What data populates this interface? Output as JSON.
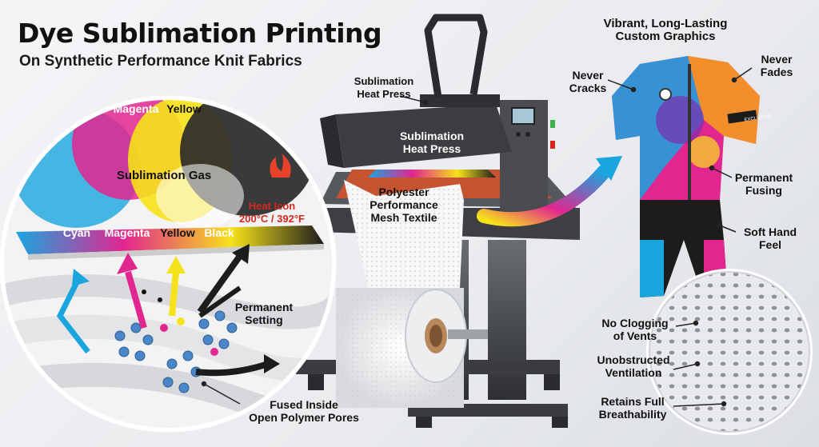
{
  "title": "Dye Sublimation Printing",
  "subtitle": "On Synthetic Performance Knit Fabrics",
  "press": {
    "callout_line1": "Sublimation",
    "callout_line2": "Heat Press",
    "lid_line1": "Sublimation",
    "lid_line2": "Heat Press",
    "textile_line1": "Polyester",
    "textile_line2": "Performance",
    "textile_line3": "Mesh Textile"
  },
  "zoom": {
    "magenta": "Magenta",
    "yellow": "Yellow",
    "gas": "Sublimation Gas",
    "heat_line1": "Heat Icon",
    "heat_line2": "200°C / 392°F",
    "layer_cyan": "Cyan",
    "layer_magenta": "Magenta",
    "layer_yellow": "Yellow",
    "layer_black": "Black",
    "setting_line1": "Permanent",
    "setting_line2": "Setting",
    "fused_line1": "Fused Inside",
    "fused_line2": "Open Polymer Pores"
  },
  "jersey": {
    "headline_line1": "Vibrant, Long-Lasting",
    "headline_line2": "Custom Graphics",
    "never_cracks_1": "Never",
    "never_cracks_2": "Cracks",
    "never_fades_1": "Never",
    "never_fades_2": "Fades",
    "fusing_1": "Permanent",
    "fusing_2": "Fusing",
    "soft_1": "Soft Hand",
    "soft_2": "Feel",
    "sleeve_text": "EXCLUSIVE"
  },
  "mesh": {
    "vents_1": "No Clogging",
    "vents_2": "of Vents",
    "vent_1": "Unobstructed",
    "vent_2": "Ventilation",
    "breath_1": "Retains Full",
    "breath_2": "Breathability"
  },
  "colors": {
    "cyan": "#19a6df",
    "magenta": "#e2268f",
    "yellow": "#f6e21a",
    "black": "#1c1c1c",
    "heat_red": "#d3281f",
    "press_gray": "#45474b"
  }
}
